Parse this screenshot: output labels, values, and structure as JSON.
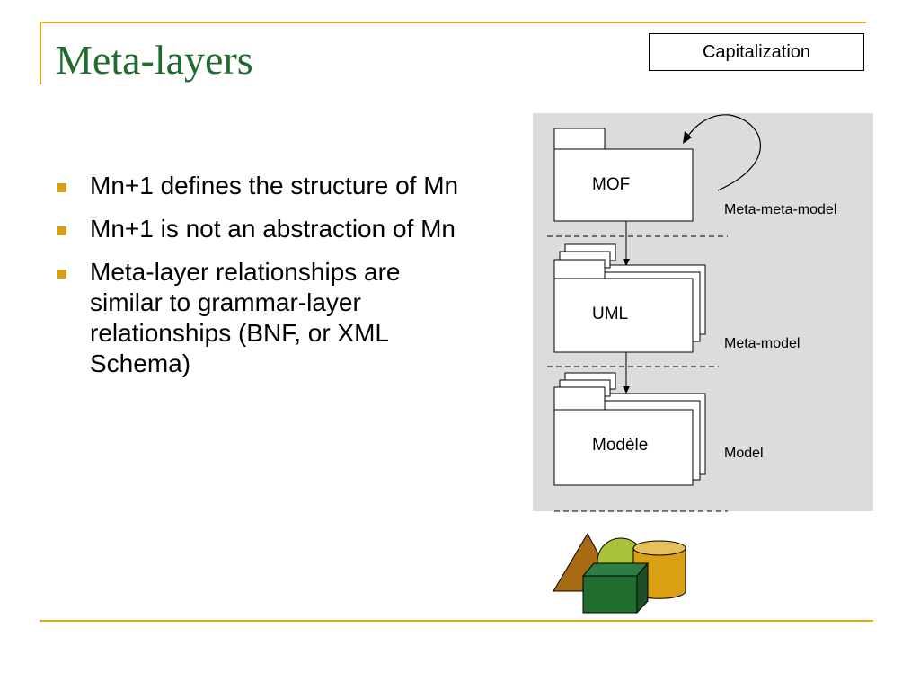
{
  "slide": {
    "title": "Meta-layers",
    "tag": "Capitalization",
    "bullets": [
      "Mn+1 defines the structure of Mn",
      "Mn+1 is not an abstraction of Mn",
      "Meta-layer relationships are similar to grammar-layer relationships (BNF, or XML Schema)"
    ]
  },
  "diagram": {
    "packages": [
      "MOF",
      "UML",
      "Modèle"
    ],
    "layers": [
      "Meta-meta-model",
      "Meta-model",
      "Model"
    ]
  },
  "colors": {
    "accent_rule": "#e0a81a",
    "title": "#1f6b30",
    "bullet": "#d4a017",
    "panel": "#dcdcdc"
  }
}
